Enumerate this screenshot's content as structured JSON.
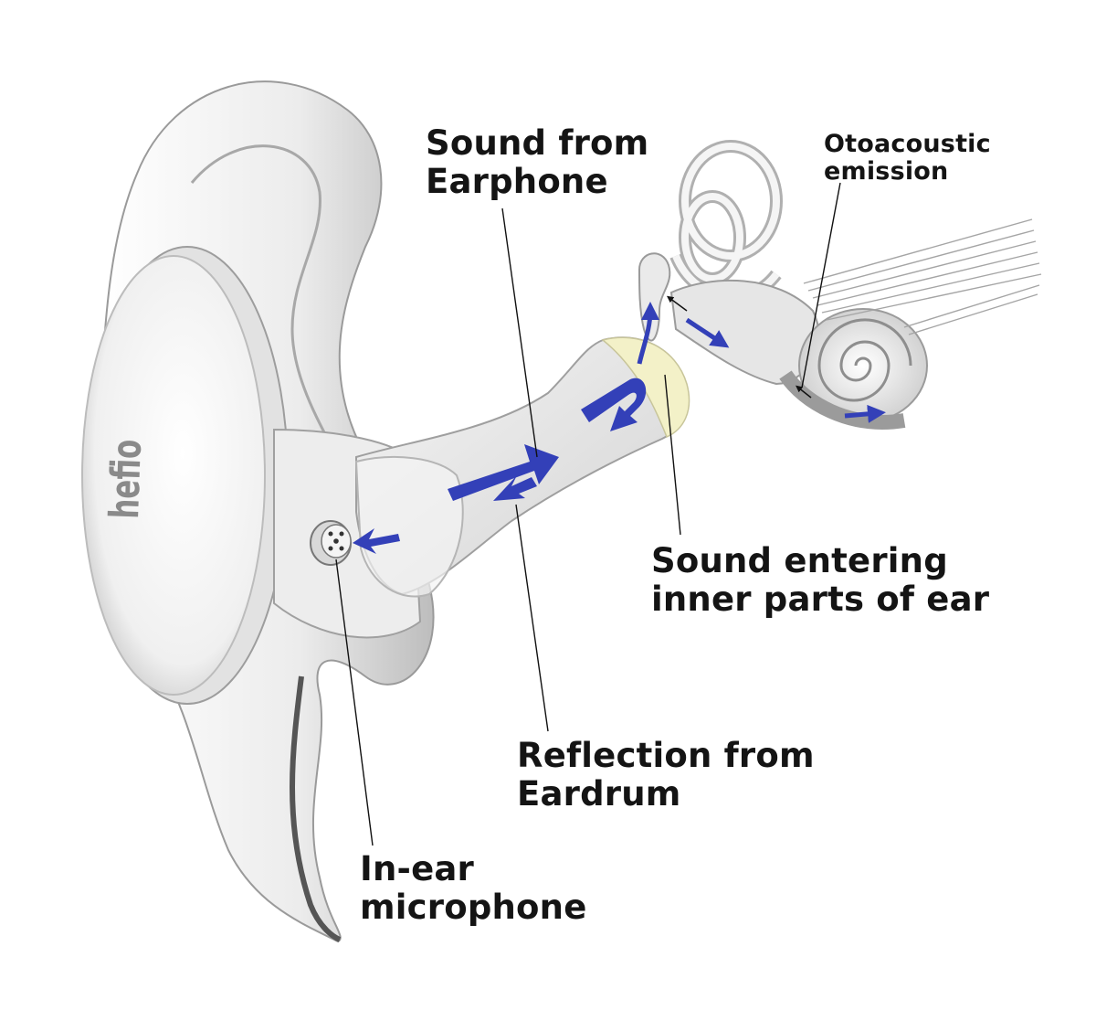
{
  "labels": {
    "sound_from_earphone": [
      "Sound from",
      "Earphone"
    ],
    "otoacoustic_emission": [
      "Otoacoustic",
      "emission"
    ],
    "sound_entering": [
      "Sound entering",
      "inner parts of ear"
    ],
    "reflection": [
      "Reflection from",
      "Eardrum"
    ],
    "microphone": [
      "In-ear",
      "microphone"
    ]
  },
  "logo_text": "hefio",
  "colors": {
    "arrow_blue": "#3340b8",
    "leader_line": "#111111",
    "shell_grey": "#dcdcdc",
    "eardrum_tint": "#f3f1c8"
  }
}
